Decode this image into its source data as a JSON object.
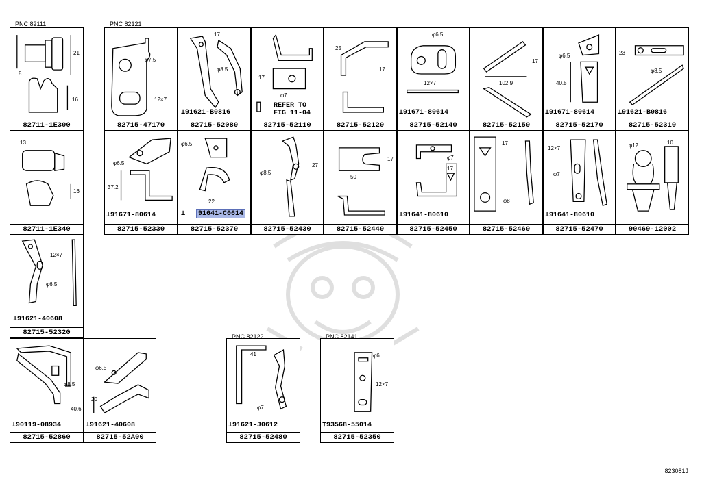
{
  "pnc_labels": [
    {
      "id": "p1",
      "text": "PNC   82111"
    },
    {
      "id": "p2",
      "text": "PNC   82121"
    },
    {
      "id": "p3",
      "text": "PNC   82122"
    },
    {
      "id": "p4",
      "text": "PNC   82141"
    }
  ],
  "cells": [
    {
      "part": "82711-1E300",
      "bolt": "",
      "dims": [
        "8",
        "21",
        "16"
      ]
    },
    {
      "part": "82715-47170",
      "bolt": "",
      "dims": [
        "φ7.5",
        "12×7"
      ]
    },
    {
      "part": "82715-52080",
      "bolt": "91621-B0816",
      "dims": [
        "17",
        "φ8.5"
      ]
    },
    {
      "part": "82715-52110",
      "bolt": "",
      "dims": [
        "17",
        "φ7"
      ]
    },
    {
      "part": "82715-52120",
      "bolt": "",
      "dims": [
        "25",
        "17"
      ]
    },
    {
      "part": "82715-52140",
      "bolt": "91671-80614",
      "dims": [
        "φ6.5",
        "12×7"
      ]
    },
    {
      "part": "82715-52150",
      "bolt": "",
      "dims": [
        "17",
        "102.9"
      ]
    },
    {
      "part": "82715-52170",
      "bolt": "91671-80614",
      "dims": [
        "φ6.5",
        "40.5"
      ]
    },
    {
      "part": "82715-52310",
      "bolt": "91621-B0816",
      "dims": [
        "23",
        "φ8.5"
      ]
    },
    {
      "part": "82711-1E340",
      "bolt": "",
      "dims": [
        "13",
        "16"
      ]
    },
    {
      "part": "82715-52330",
      "bolt": "91671-80614",
      "dims": [
        "φ6.5",
        "37.2"
      ]
    },
    {
      "part": "82715-52370",
      "bolt": "91641-C0614",
      "dims": [
        "φ6.5",
        "22"
      ]
    },
    {
      "part": "82715-52430",
      "bolt": "",
      "dims": [
        "φ8.5",
        "27"
      ]
    },
    {
      "part": "82715-52440",
      "bolt": "",
      "dims": [
        "17",
        "50"
      ]
    },
    {
      "part": "82715-52450",
      "bolt": "91641-80610",
      "dims": [
        "φ7",
        "17"
      ]
    },
    {
      "part": "82715-52460",
      "bolt": "",
      "dims": [
        "17",
        "φ8"
      ]
    },
    {
      "part": "82715-52470",
      "bolt": "91641-80610",
      "dims": [
        "12×7",
        "φ7"
      ]
    },
    {
      "part": "90469-12002",
      "bolt": "",
      "dims": [
        "φ12",
        "10"
      ]
    },
    {
      "part": "82715-52320",
      "bolt": "91621-40608",
      "dims": [
        "12×7",
        "φ6.5"
      ]
    },
    {
      "part": "82715-52860",
      "bolt": "90119-08934",
      "dims": [
        "φ8.5",
        "40.6"
      ]
    },
    {
      "part": "82715-52A00",
      "bolt": "91621-40608",
      "dims": [
        "φ6.5",
        "20"
      ]
    },
    {
      "part": "82715-52480",
      "bolt": "91621-J0612",
      "dims": [
        "41",
        "φ7"
      ]
    },
    {
      "part": "82715-52350",
      "bolt": "93568-55014",
      "dims": [
        "φ6",
        "12×7"
      ]
    }
  ],
  "refer_note": {
    "line1": "REFER TO",
    "line2": "FIG 11-04"
  },
  "doc_id": "823081J"
}
